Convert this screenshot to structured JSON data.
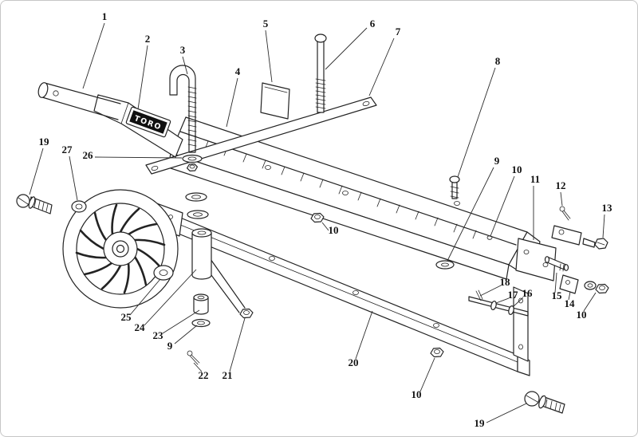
{
  "diagram": {
    "brand_label": "TORO"
  },
  "callouts": [
    {
      "label": "1"
    },
    {
      "label": "2"
    },
    {
      "label": "3"
    },
    {
      "label": "4"
    },
    {
      "label": "5"
    },
    {
      "label": "6"
    },
    {
      "label": "7"
    },
    {
      "label": "8"
    },
    {
      "label": "9"
    },
    {
      "label": "10"
    },
    {
      "label": "11"
    },
    {
      "label": "12"
    },
    {
      "label": "13"
    },
    {
      "label": "19"
    },
    {
      "label": "27"
    },
    {
      "label": "26"
    },
    {
      "label": "10"
    },
    {
      "label": "18"
    },
    {
      "label": "17"
    },
    {
      "label": "16"
    },
    {
      "label": "15"
    },
    {
      "label": "14"
    },
    {
      "label": "10"
    },
    {
      "label": "25"
    },
    {
      "label": "24"
    },
    {
      "label": "23"
    },
    {
      "label": "9"
    },
    {
      "label": "22"
    },
    {
      "label": "21"
    },
    {
      "label": "20"
    },
    {
      "label": "10"
    },
    {
      "label": "19"
    }
  ]
}
